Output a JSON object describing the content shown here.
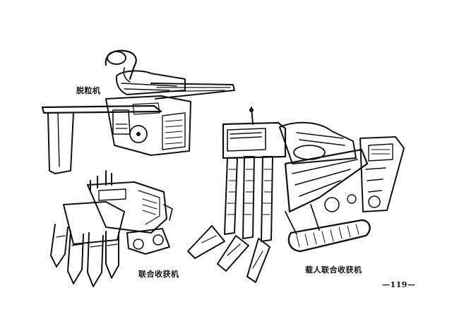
{
  "captions": {
    "thresher": "脱粒机",
    "self_propelled_combine": "联合收获机",
    "crawler_combine": "载人联合收获机"
  },
  "page_number": "—119—"
}
